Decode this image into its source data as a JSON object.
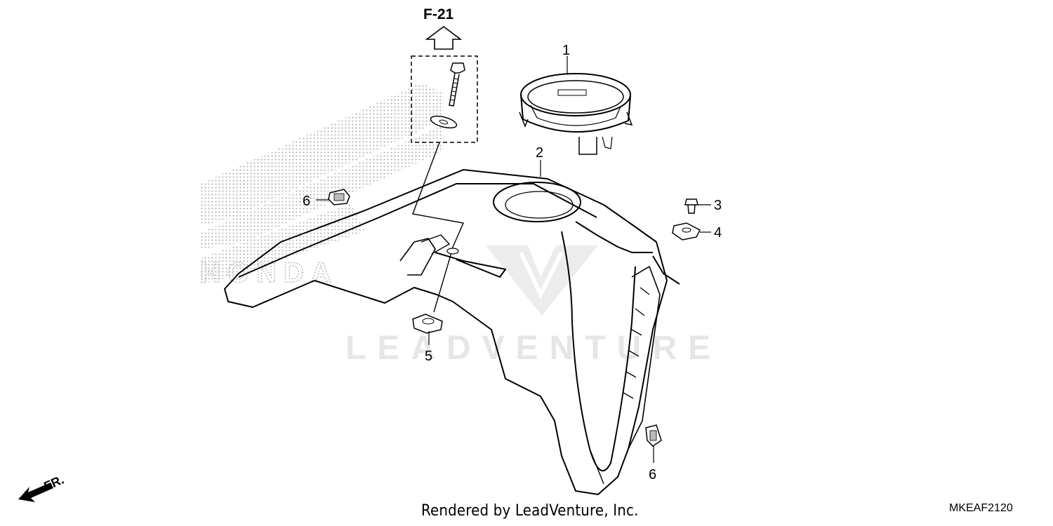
{
  "diagram": {
    "reference": "F-21",
    "front_label": "FR.",
    "callouts": {
      "c1": "1",
      "c2": "2",
      "c3": "3",
      "c4": "4",
      "c5": "5",
      "c6a": "6",
      "c6b": "6"
    },
    "watermark": "LEADVENTURE",
    "background_logo": "HONDA",
    "footer": "Rendered by LeadVenture, Inc.",
    "diagram_code": "MKEAF2120",
    "colors": {
      "line": "#000000",
      "watermark": "#e6e6e6",
      "dots": "#9a9a9a"
    }
  }
}
